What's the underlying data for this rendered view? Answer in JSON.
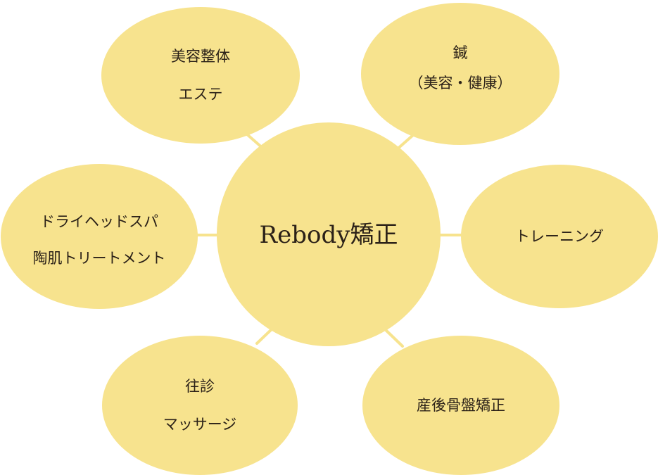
{
  "colors": {
    "node_fill": "#F7E38E",
    "connector": "#F7E38E",
    "text": "#2b2118"
  },
  "center": {
    "label": "Rebody矯正"
  },
  "nodes": [
    {
      "id": "beauty-esthe",
      "lines": [
        "美容整体",
        "エステ"
      ]
    },
    {
      "id": "acupuncture",
      "lines": [
        "鍼",
        "（美容・健康）"
      ]
    },
    {
      "id": "dryhead",
      "lines": [
        "ドライヘッドスパ",
        "陶肌トリートメント"
      ]
    },
    {
      "id": "training",
      "lines": [
        "トレーニング"
      ]
    },
    {
      "id": "visit-massage",
      "lines": [
        "往診",
        "マッサージ"
      ]
    },
    {
      "id": "postpartum",
      "lines": [
        "産後骨盤矯正"
      ]
    }
  ]
}
